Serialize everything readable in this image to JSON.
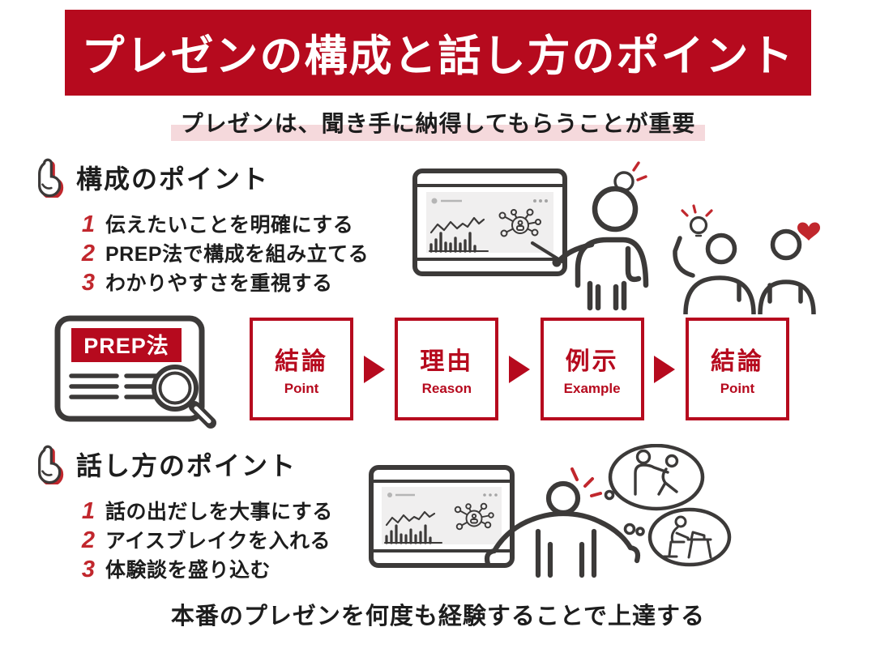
{
  "colors": {
    "primary_red": "#B60A1E",
    "accent_red": "#C1272D",
    "highlight_pink": "#F5D9DC",
    "line_dark": "#3C3A39",
    "panel_gray": "#F0EFEF"
  },
  "header": {
    "title": "プレゼンの構成と話し方のポイント"
  },
  "subtitle": "プレゼンは、聞き手に納得してもらうことが重要",
  "section_structure": {
    "title": "構成のポイント",
    "items": [
      {
        "num": "1",
        "text": "伝えたいことを明確にする"
      },
      {
        "num": "2",
        "text": "PREP法で構成を組み立てる"
      },
      {
        "num": "3",
        "text": "わかりやすさを重視する"
      }
    ]
  },
  "prep_card": {
    "label": "PREP法"
  },
  "prep_flow": [
    {
      "jp": "結論",
      "en": "Point"
    },
    {
      "jp": "理由",
      "en": "Reason"
    },
    {
      "jp": "例示",
      "en": "Example"
    },
    {
      "jp": "結論",
      "en": "Point"
    }
  ],
  "section_speaking": {
    "title": "話し方のポイント",
    "items": [
      {
        "num": "1",
        "text": "話の出だしを大事にする"
      },
      {
        "num": "2",
        "text": "アイスブレイクを入れる"
      },
      {
        "num": "3",
        "text": "体験談を盛り込む"
      }
    ]
  },
  "footer": "本番のプレゼンを何度も経験することで上達する",
  "icons": {
    "pointing_hand": "☝",
    "lightbulb": "💡",
    "heart": "♥",
    "magnifying_glass": "🔍",
    "arrow_right": "▶"
  }
}
